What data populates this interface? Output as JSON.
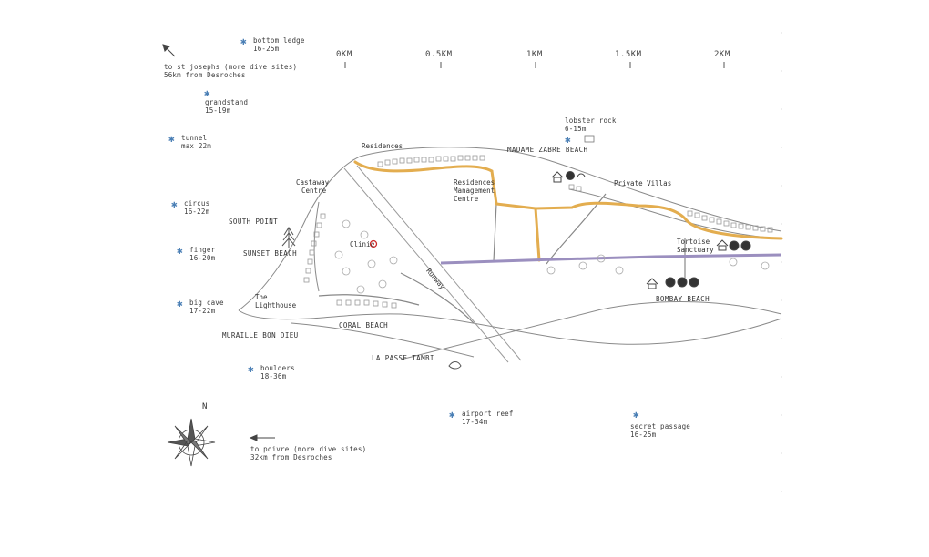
{
  "scale": {
    "ticks": [
      "0KM",
      "0.5KM",
      "1KM",
      "1.5KM",
      "2KM"
    ]
  },
  "dive_sites": [
    {
      "name": "bottom ledge",
      "depth": "16-25m"
    },
    {
      "name": "grandstand",
      "depth": "15-19m"
    },
    {
      "name": "tunnel",
      "depth": "max 22m"
    },
    {
      "name": "circus",
      "depth": "16-22m"
    },
    {
      "name": "finger",
      "depth": "16-20m"
    },
    {
      "name": "big cave",
      "depth": "17-22m"
    },
    {
      "name": "boulders",
      "depth": "18-36m"
    },
    {
      "name": "airport reef",
      "depth": "17-34m"
    },
    {
      "name": "secret passage",
      "depth": "16-25m"
    },
    {
      "name": "lobster rock",
      "depth": "6-15m"
    }
  ],
  "directions": {
    "st_josephs": {
      "line1": "to st josephs (more dive sites)",
      "line2": "56km from Desroches"
    },
    "poivre": {
      "line1": "to poivre (more dive sites)",
      "line2": "32km from Desroches"
    }
  },
  "places": {
    "residences": "Residences",
    "madame_zabre": "MADAME ZABRE BEACH",
    "castaway": {
      "line1": "Castaway",
      "line2": "Centre"
    },
    "residences_mgmt": {
      "line1": "Residences",
      "line2": "Management",
      "line3": "Centre"
    },
    "private_villas": "Private Villas",
    "south_point": "SOUTH POINT",
    "sunset_beach": "SUNSET BEACH",
    "clinic": "Clinic",
    "runway": "Runway",
    "tortoise": {
      "line1": "Tortoise",
      "line2": "Sanctuary"
    },
    "lighthouse": {
      "line1": "The",
      "line2": "Lighthouse"
    },
    "bombay_beach": "BOMBAY BEACH",
    "coral_beach": "CORAL BEACH",
    "muraille": "MURAILLE BON DIEU",
    "la_passe": "LA PASSE TAMBI"
  },
  "compass": {
    "north": "N"
  },
  "colors": {
    "road_orange": "#e3ad4f",
    "road_purple": "#9b8fbf",
    "dive_star": "#4a7fb5",
    "clinic_red": "#cc2a2a",
    "outline": "#888888"
  }
}
